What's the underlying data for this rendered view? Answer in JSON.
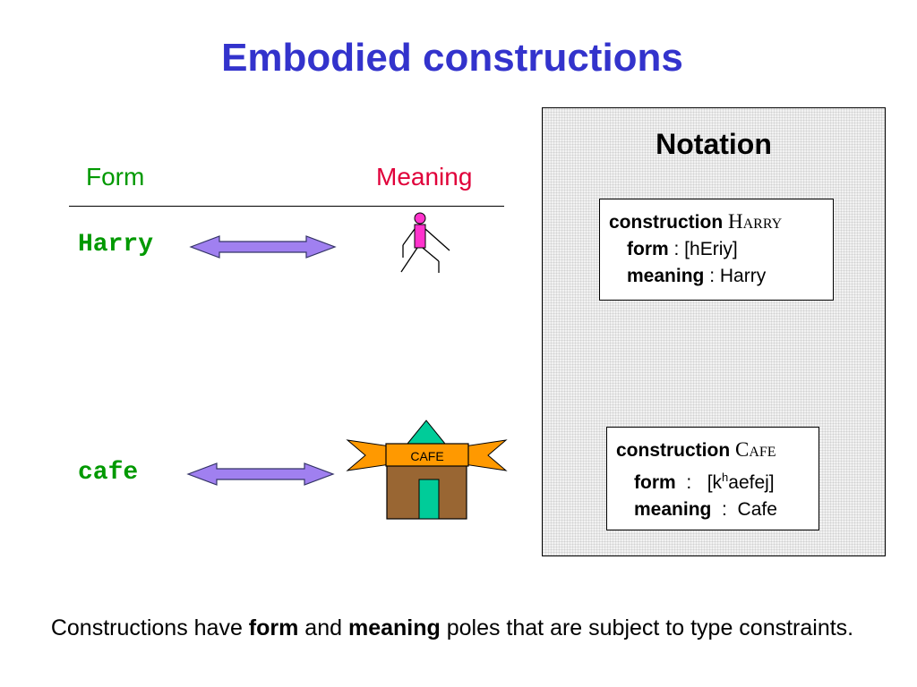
{
  "slide": {
    "title": "Embodied constructions",
    "form_header": "Form",
    "meaning_header": "Meaning",
    "words": {
      "harry": "Harry",
      "cafe": "cafe"
    },
    "cafe_sign": "CAFE",
    "caption": {
      "part1": "Constructions have ",
      "bold1": "form",
      "part2": " and ",
      "bold2": "meaning",
      "part3": " poles that are subject to type constraints."
    }
  },
  "notation": {
    "title": "Notation",
    "harry": {
      "keyword": "construction",
      "name": "Harry",
      "form_label": "form",
      "form_value": " : [hEriy]",
      "meaning_label": "meaning",
      "meaning_value": " : Harry"
    },
    "cafe": {
      "keyword": "construction",
      "name": "Cafe",
      "form_label": "form",
      "form_sep": "  :   ",
      "form_value_pre": "[k",
      "form_value_sup": "h",
      "form_value_post": "aefej]",
      "meaning_label": "meaning",
      "meaning_value": "  :  Cafe"
    }
  },
  "colors": {
    "title": "#3333cc",
    "form_green": "#009900",
    "meaning_red": "#e0003a",
    "arrow_purple": "#a080f0",
    "figure_pink": "#ff33cc",
    "cafe_brown": "#996633",
    "cafe_teal": "#00cc99",
    "banner_orange": "#ff9900"
  }
}
